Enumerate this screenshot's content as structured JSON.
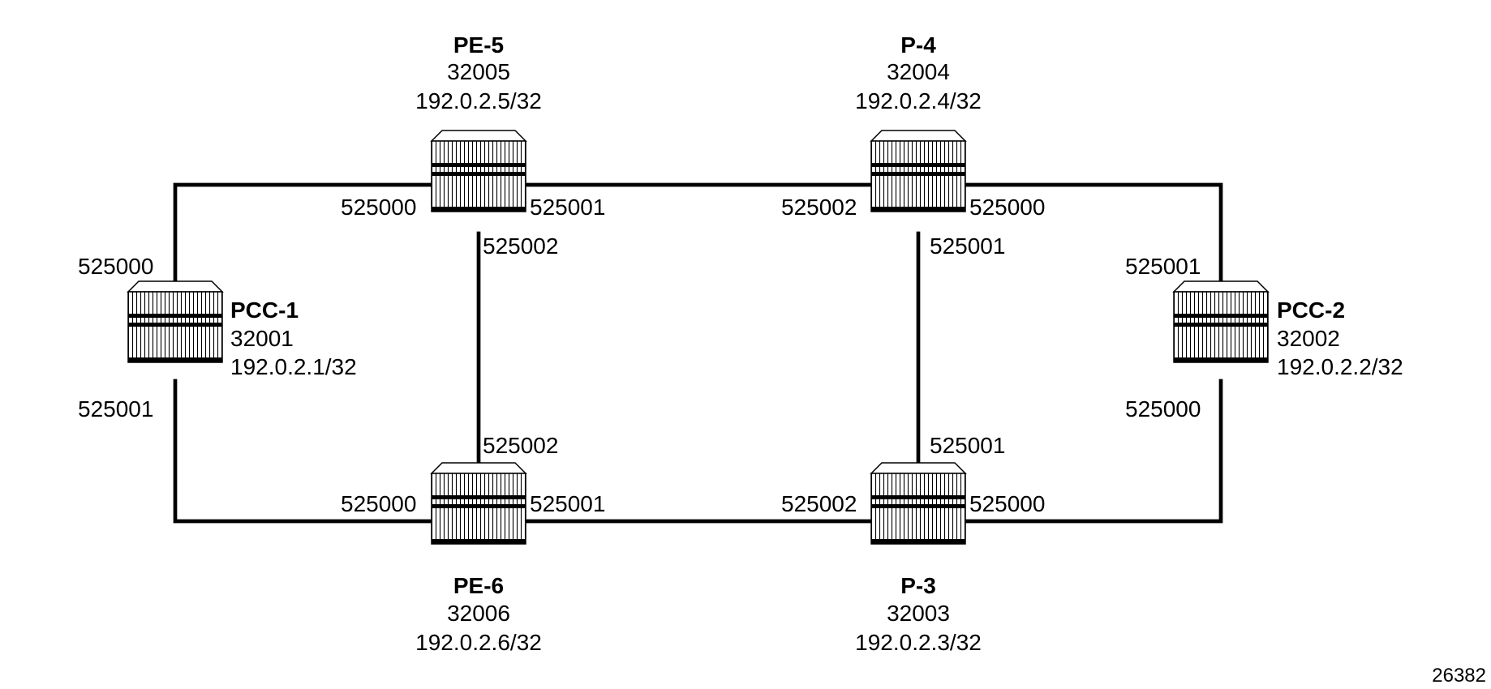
{
  "figure_id": "26382",
  "nodes": [
    {
      "key": "pcc1",
      "name": "PCC-1",
      "label": "32001",
      "address": "192.0.2.1/32"
    },
    {
      "key": "pcc2",
      "name": "PCC-2",
      "label": "32002",
      "address": "192.0.2.2/32"
    },
    {
      "key": "pe5",
      "name": "PE-5",
      "label": "32005",
      "address": "192.0.2.5/32"
    },
    {
      "key": "p4",
      "name": "P-4",
      "label": "32004",
      "address": "192.0.2.4/32"
    },
    {
      "key": "pe6",
      "name": "PE-6",
      "label": "32006",
      "address": "192.0.2.6/32"
    },
    {
      "key": "p3",
      "name": "P-3",
      "label": "32003",
      "address": "192.0.2.3/32"
    }
  ],
  "ports": {
    "pcc1_to_pe5": "525000",
    "pcc1_to_pe6": "525001",
    "pe5_to_pcc1": "525000",
    "pe5_to_p4": "525001",
    "pe5_to_pe6": "525002",
    "p4_to_pe5": "525002",
    "p4_to_pcc2": "525000",
    "p4_to_p3": "525001",
    "pcc2_to_p4": "525001",
    "pcc2_to_p3": "525000",
    "pe6_to_pe5": "525002",
    "pe6_to_pcc1": "525000",
    "pe6_to_p3": "525001",
    "p3_to_p4": "525001",
    "p3_to_pe6": "525002",
    "p3_to_pcc2": "525000"
  }
}
